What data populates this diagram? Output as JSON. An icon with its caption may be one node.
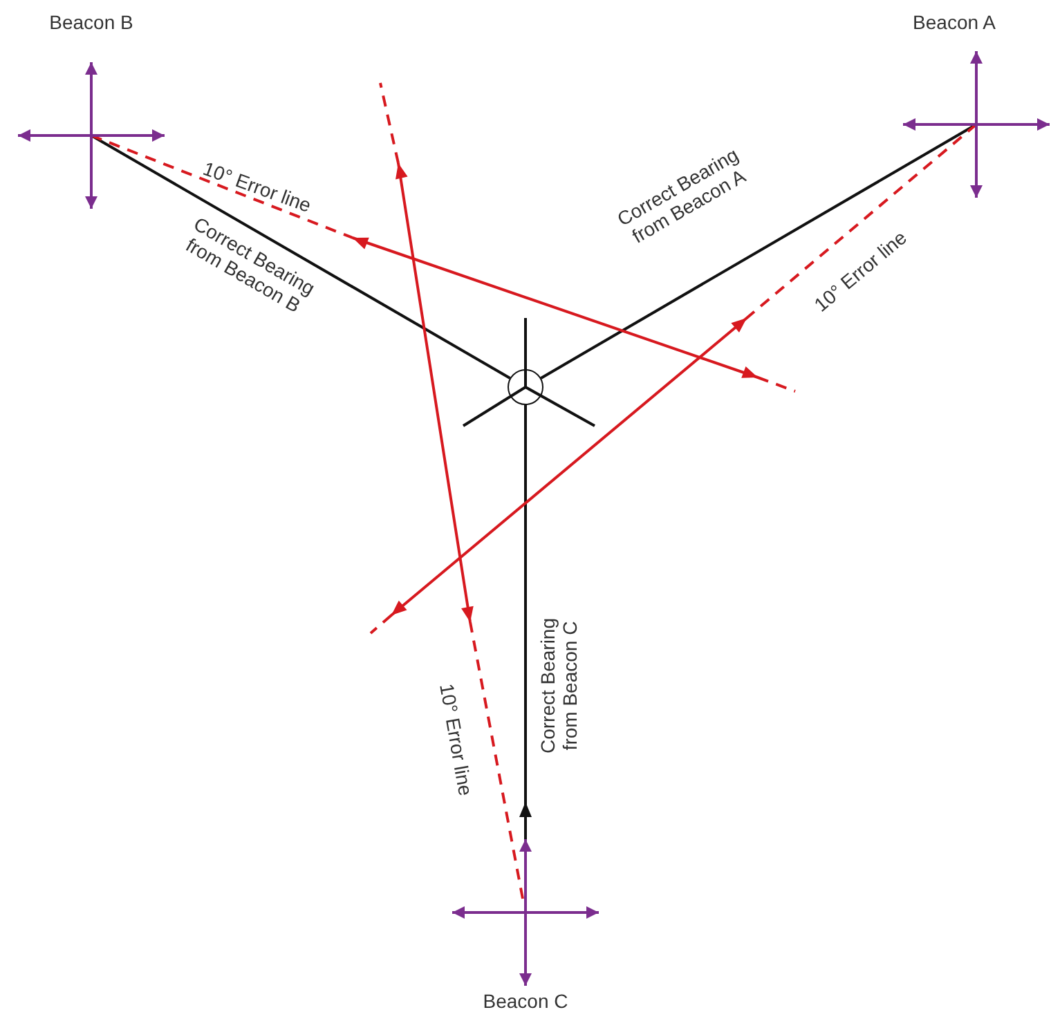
{
  "diagram": {
    "nodes": [
      {
        "text": [
          "Beacon B"
        ]
      },
      {
        "text": [
          "Beacon A"
        ]
      },
      {
        "text": [],
        "shape": "circle"
      },
      {
        "text": [
          "Beacon C"
        ]
      }
    ],
    "edges": [
      {
        "from": 0,
        "to": 2,
        "arrow": "none",
        "label": "Correct Bearing from Beacon B"
      },
      {
        "from": 1,
        "to": 2,
        "arrow": "none",
        "label": "Correct Bearing from Beacon A"
      },
      {
        "from": 3,
        "to": 2,
        "arrow": "to",
        "label": "Correct Bearing from Beacon C"
      },
      {
        "from": 0,
        "to": null,
        "arrow": "both",
        "style": "dashed",
        "color": "#d7191f",
        "label": "10° Error line"
      },
      {
        "from": 1,
        "to": null,
        "arrow": "both",
        "style": "dashed",
        "color": "#d7191f",
        "label": "10° Error line"
      },
      {
        "from": 3,
        "to": null,
        "arrow": "both",
        "style": "dashed",
        "color": "#d7191f",
        "label": "10° Error line"
      }
    ]
  }
}
